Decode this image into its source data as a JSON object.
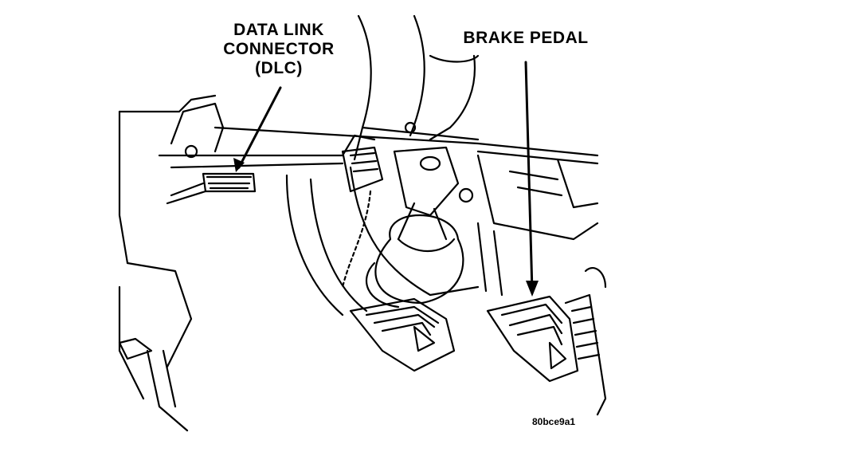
{
  "labels": {
    "dlc": [
      "DATA LINK",
      "CONNECTOR",
      "(DLC)"
    ],
    "brake_pedal": "BRAKE PEDAL"
  },
  "figure_id": "80bce9a1",
  "colors": {
    "ink": "#000000",
    "paper": "#ffffff"
  }
}
